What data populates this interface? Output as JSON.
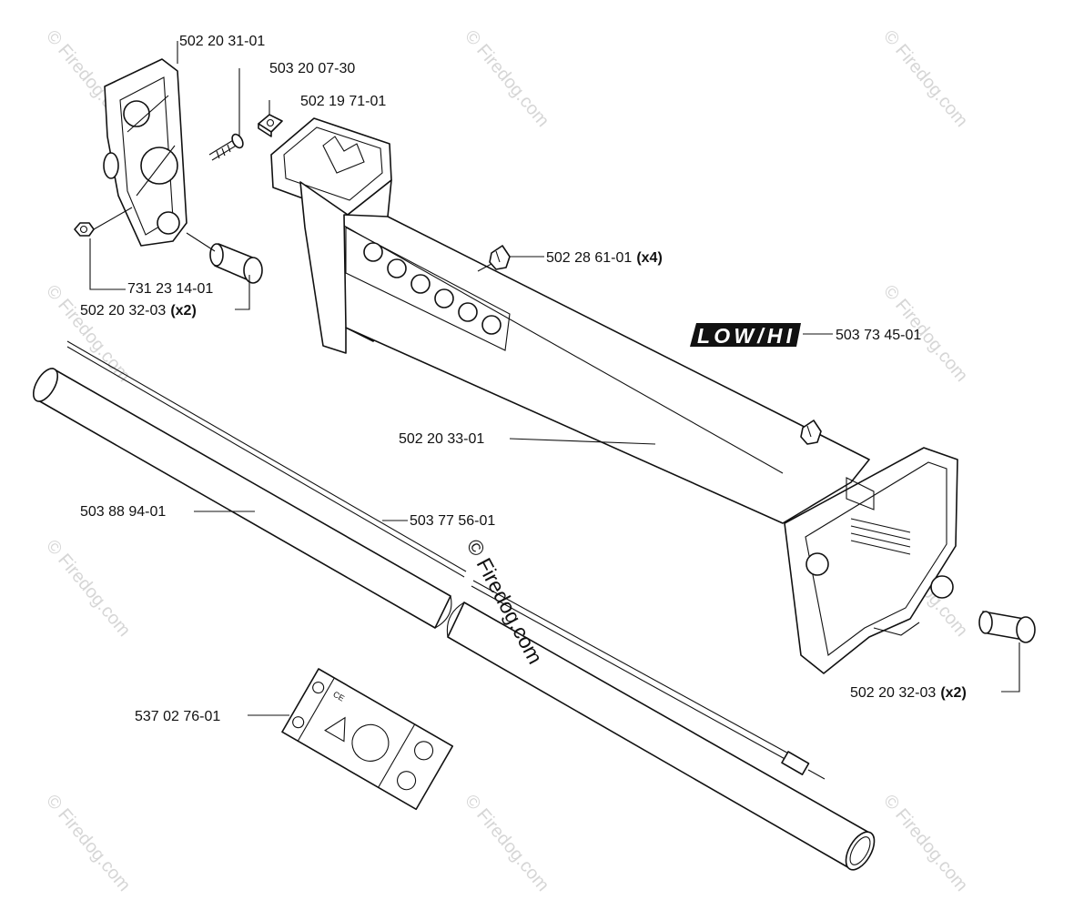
{
  "parts": {
    "handle_grip": "502 20 31-01",
    "screw": "503 20 07-30",
    "nut_square": "502 19 71-01",
    "cable_clip": "502 28 61-01",
    "cable_clip_qty": "(x4)",
    "decal": "503 73 45-01",
    "handle_frame": "502 20 33-01",
    "hex_nut": "731 23 14-01",
    "end_cap_left": "502 20 32-03",
    "end_cap_left_qty": "(x2)",
    "end_cap_right": "502 20 32-03",
    "end_cap_right_qty": "(x2)",
    "tube": "503 88 94-01",
    "throttle_cable": "503 77 56-01",
    "warning_label": "537 02 76-01"
  },
  "decal_text": "LOW/HI",
  "watermark": {
    "small": "© Firedog.com",
    "center": "© Firedog.com"
  }
}
